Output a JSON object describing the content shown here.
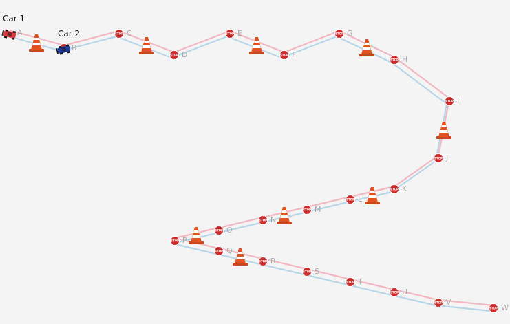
{
  "cars": [
    {
      "name": "Car 1",
      "color": "#d9363e"
    },
    {
      "name": "Car 2",
      "color": "#1f3b9a"
    }
  ],
  "tracks": {
    "car1_color": "#f2b8c2",
    "car2_color": "#b7d7e8"
  },
  "checkpoints": [
    "A",
    "B",
    "C",
    "D",
    "E",
    "F",
    "G",
    "H",
    "I",
    "J",
    "K",
    "L",
    "M",
    "N",
    "O",
    "P",
    "Q",
    "R",
    "S",
    "T",
    "U",
    "V",
    "W"
  ],
  "stop_sign_text": "STOP",
  "colors": {
    "stop_red": "#cc2b2b",
    "cone_orange": "#e0521f",
    "cone_base": "#c9471c"
  }
}
